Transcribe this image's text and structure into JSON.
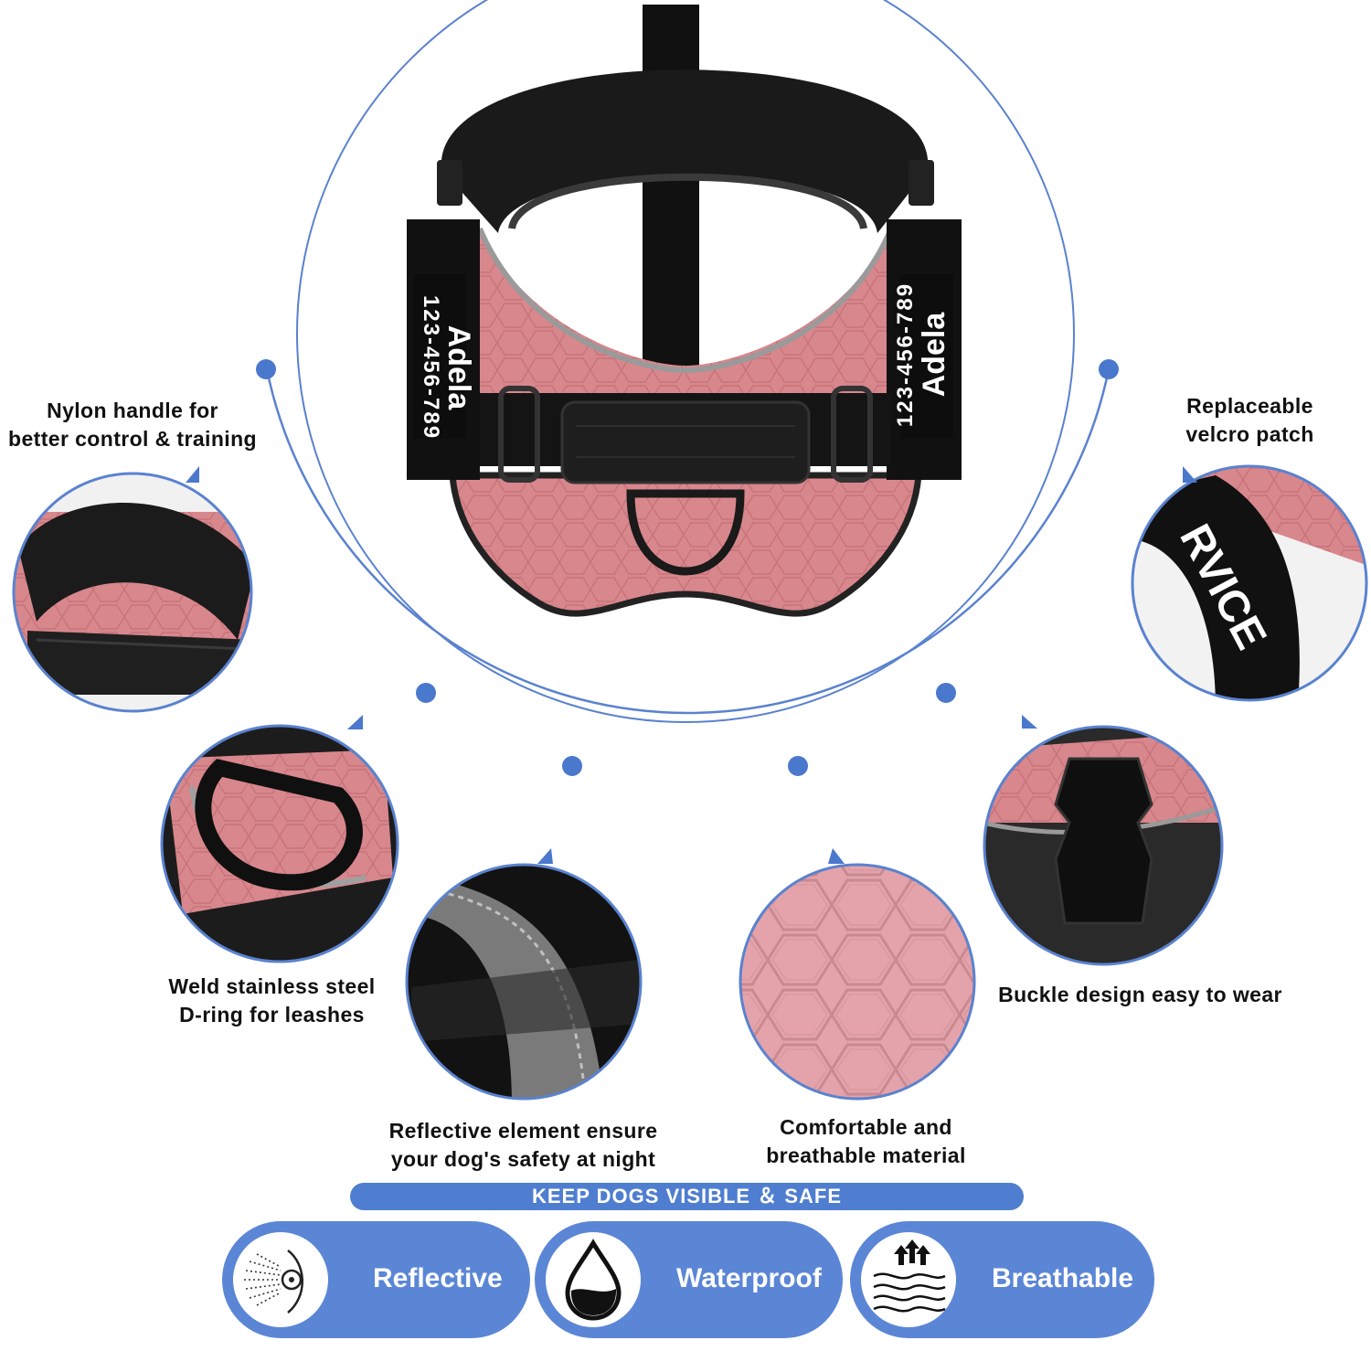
{
  "name_tag_left": {
    "name": "Adela",
    "phone": "123-456-789"
  },
  "name_tag_right": {
    "name": "Adela",
    "phone": "123-456-789"
  },
  "velcro_patch_text": "RVICE",
  "features": {
    "handle": [
      "Nylon handle for",
      "better control & training"
    ],
    "velcro": [
      "Replaceable",
      "velcro patch"
    ],
    "dring": [
      "Weld stainless steel",
      "D-ring for leashes"
    ],
    "buckle": [
      "Buckle design easy to wear"
    ],
    "reflective": [
      "Reflective element ensure",
      "your dog's safety at night"
    ],
    "material": [
      "Comfortable and",
      "breathable material"
    ]
  },
  "banner": "KEEP DOGS VISIBLE ＆ SAFE",
  "badges": [
    {
      "label": "Reflective",
      "icon": "reflective-icon"
    },
    {
      "label": "Waterproof",
      "icon": "water-drop-icon"
    },
    {
      "label": "Breathable",
      "icon": "breathable-icon"
    }
  ],
  "colors": {
    "accent": "#4f7ed0",
    "harness_pink": "#d98b91",
    "strap_black": "#141414"
  }
}
